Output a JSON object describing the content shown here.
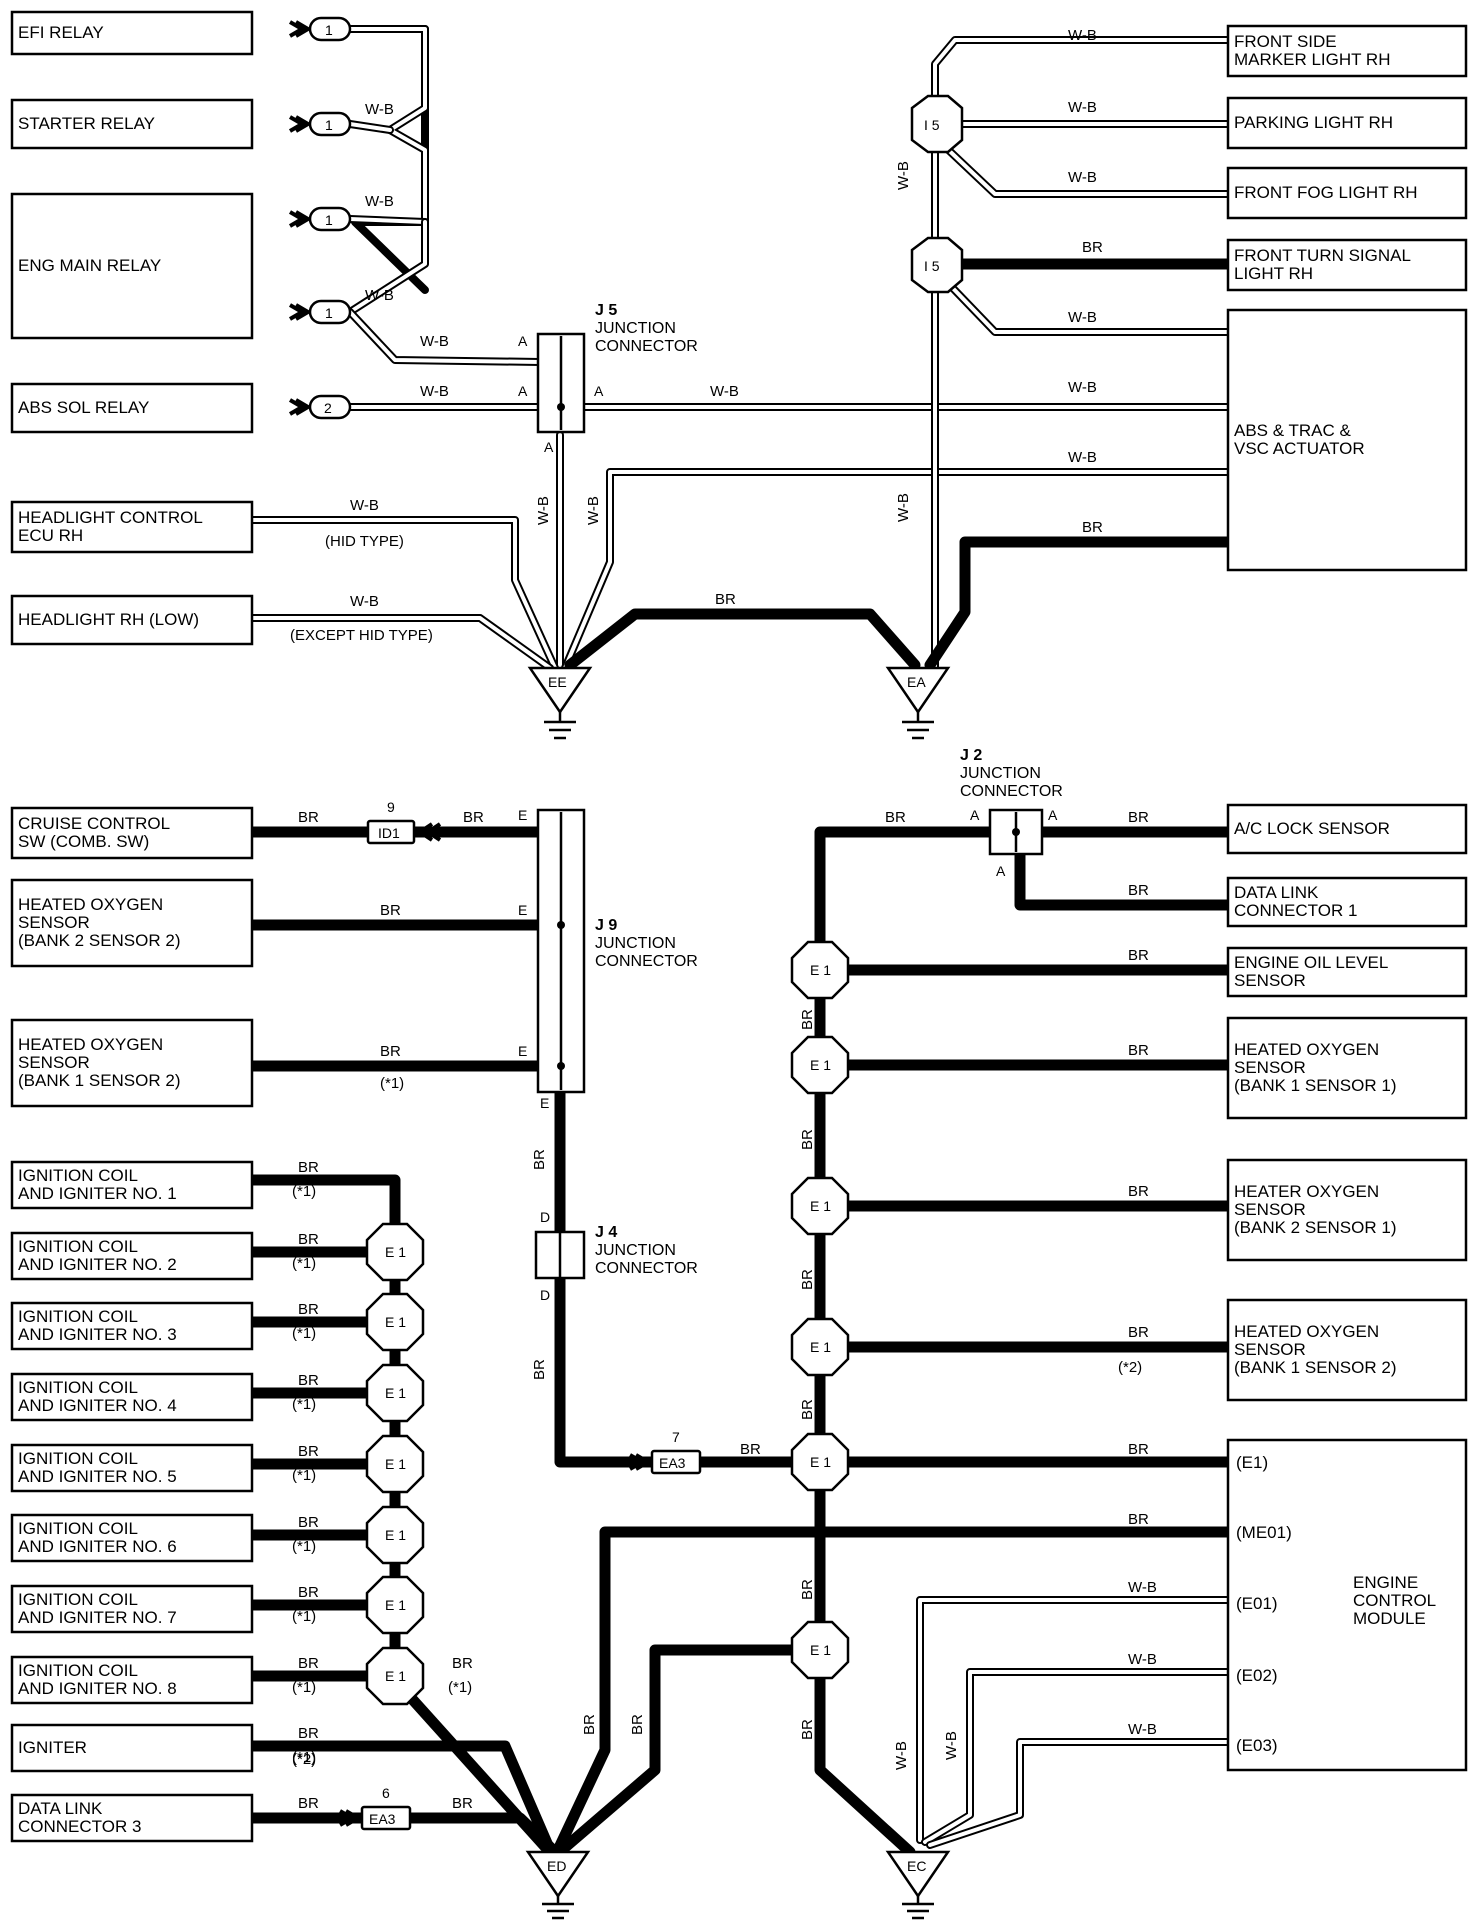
{
  "boxes": {
    "efi_relay": [
      "EFI RELAY"
    ],
    "starter_relay": [
      "STARTER RELAY"
    ],
    "eng_main_relay": [
      "ENG MAIN RELAY"
    ],
    "abs_sol_relay": [
      "ABS SOL RELAY"
    ],
    "headlight_control_ecu": [
      "HEADLIGHT CONTROL",
      "ECU RH"
    ],
    "headlight_rh_low": [
      "HEADLIGHT RH (LOW)"
    ],
    "front_side_marker": [
      "FRONT SIDE",
      "MARKER LIGHT RH"
    ],
    "parking_light": [
      "PARKING LIGHT RH"
    ],
    "front_fog_light": [
      "FRONT FOG LIGHT RH"
    ],
    "front_turn_signal": [
      "FRONT TURN SIGNAL",
      "LIGHT RH"
    ],
    "abs_trac_vsc": [
      "ABS & TRAC &",
      "VSC ACTUATOR"
    ],
    "cruise_control": [
      "CRUISE CONTROL",
      "SW (COMB.  SW)"
    ],
    "hos_b2s2": [
      "HEATED OXYGEN",
      "SENSOR",
      "(BANK 2 SENSOR 2)"
    ],
    "hos_b1s2_left": [
      "HEATED OXYGEN",
      "SENSOR",
      "(BANK 1 SENSOR 2)"
    ],
    "ign_1": [
      "IGNITION COIL",
      "AND IGNITER NO. 1"
    ],
    "ign_2": [
      "IGNITION COIL",
      "AND IGNITER NO. 2"
    ],
    "ign_3": [
      "IGNITION COIL",
      "AND IGNITER NO. 3"
    ],
    "ign_4": [
      "IGNITION COIL",
      "AND IGNITER NO. 4"
    ],
    "ign_5": [
      "IGNITION COIL",
      "AND IGNITER NO. 5"
    ],
    "ign_6": [
      "IGNITION COIL",
      "AND IGNITER NO. 6"
    ],
    "ign_7": [
      "IGNITION COIL",
      "AND IGNITER NO. 7"
    ],
    "ign_8": [
      "IGNITION COIL",
      "AND IGNITER NO. 8"
    ],
    "igniter": [
      "IGNITER"
    ],
    "data_link_3": [
      "DATA LINK",
      "CONNECTOR 3"
    ],
    "ac_lock": [
      "A/C LOCK SENSOR"
    ],
    "data_link_1": [
      "DATA LINK",
      "CONNECTOR 1"
    ],
    "engine_oil_level": [
      "ENGINE OIL LEVEL",
      "SENSOR"
    ],
    "hos_b1s1": [
      "HEATED OXYGEN",
      "SENSOR",
      "(BANK 1 SENSOR 1)"
    ],
    "hos_b2s1": [
      "HEATER OXYGEN",
      "SENSOR",
      "(BANK 2 SENSOR 1)"
    ],
    "hos_b1s2_right": [
      "HEATED OXYGEN",
      "SENSOR",
      "(BANK 1 SENSOR 2)"
    ],
    "ecm": [
      "ENGINE",
      "CONTROL",
      "MODULE"
    ]
  },
  "ecm_terminals": [
    "(E1)",
    "(ME01)",
    "(E01)",
    "(E02)",
    "(E03)"
  ],
  "junctions": {
    "j5": [
      "J 5",
      "JUNCTION",
      "CONNECTOR"
    ],
    "j9": [
      "J 9",
      "JUNCTION",
      "CONNECTOR"
    ],
    "j4": [
      "J 4",
      "JUNCTION",
      "CONNECTOR"
    ],
    "j2": [
      "J 2",
      "JUNCTION",
      "CONNECTOR"
    ]
  },
  "grounds": [
    "EE",
    "EA",
    "ED",
    "EC"
  ],
  "wire_colors": {
    "wb": "W-B",
    "br": "BR"
  },
  "notes": {
    "hid": "(HID TYPE)",
    "except_hid": "(EXCEPT HID TYPE)",
    "n1": "(*1)",
    "n2": "(*2)"
  },
  "connectors": {
    "c1": "1",
    "c2": "2",
    "i15": "I 5",
    "e1": "E 1",
    "id1": "ID1",
    "ea3": "EA3",
    "n9": "9",
    "n6": "6",
    "n7": "7"
  },
  "pins": {
    "a": "A",
    "e": "E",
    "d": "D"
  }
}
